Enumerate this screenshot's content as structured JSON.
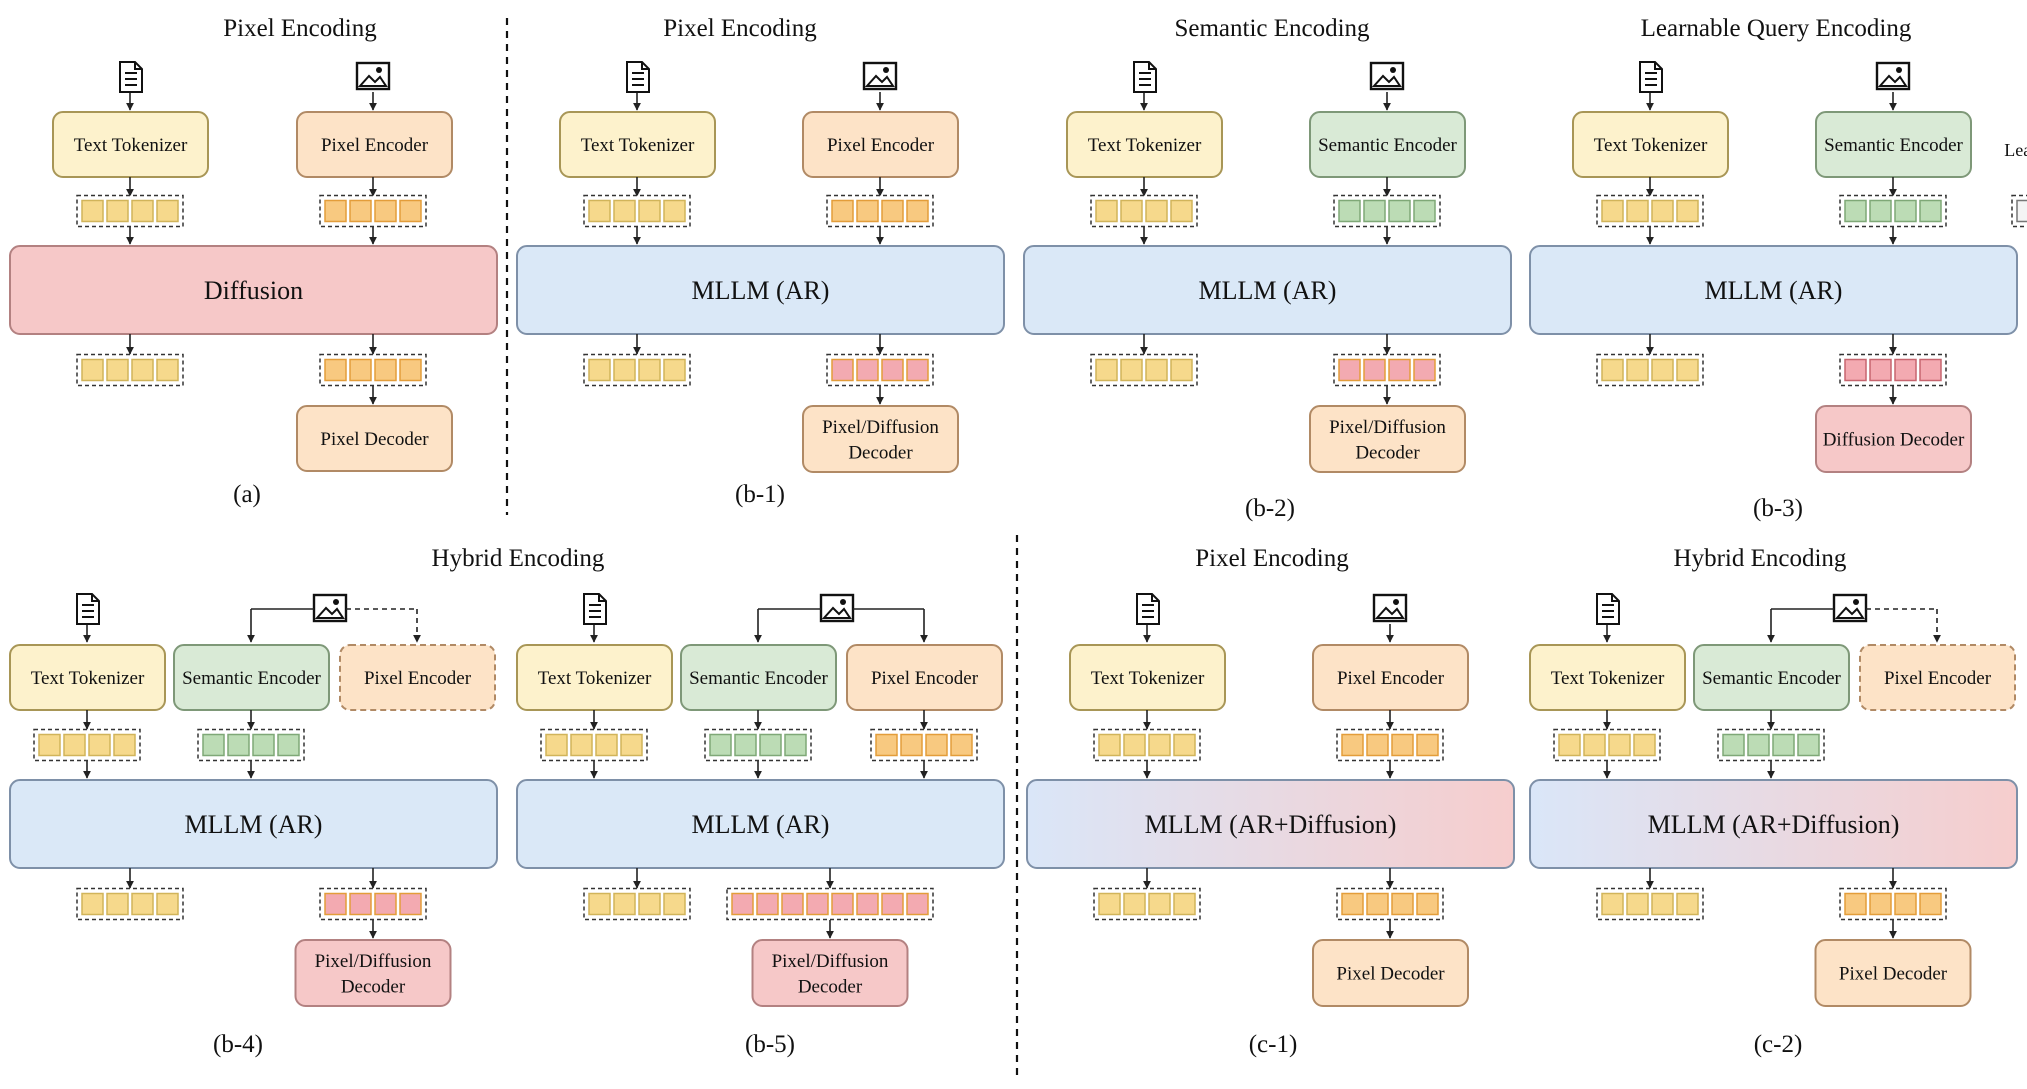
{
  "colors": {
    "text_fill": "#fdf2cc",
    "text_stroke": "#a89656",
    "text_cell": "#f6d98c",
    "pixel_fill": "#fde3c7",
    "pixel_stroke": "#b18a65",
    "pixel_cell": "#f8c980",
    "pixel_cell_stroke": "#e39d3a",
    "sem_fill": "#d9ead6",
    "sem_stroke": "#7e9878",
    "sem_cell": "#bcdcb5",
    "diff_fill": "#f6c8c8",
    "diff_stroke": "#b38181",
    "mllm_fill": "#dae8f7",
    "mllm_stroke": "#7e90a8",
    "query_cell": "#f4f4f4",
    "red_cell": "#f3aab1"
  },
  "panels": {
    "a": {
      "title": "Pixel Encoding",
      "caption": "(a)"
    },
    "b1": {
      "title": "Pixel Encoding",
      "caption": "(b-1)"
    },
    "b2": {
      "title": "Semantic Encoding",
      "caption": "(b-2)"
    },
    "b3": {
      "title": "Learnable Query Encoding",
      "caption": "(b-3)"
    },
    "b45": {
      "title": "Hybrid Encoding"
    },
    "b4": {
      "caption": "(b-4)"
    },
    "b5": {
      "caption": "(b-5)"
    },
    "c1": {
      "title": "Pixel Encoding",
      "caption": "(c-1)"
    },
    "c2": {
      "title": "Hybrid Encoding",
      "caption": "(c-2)"
    }
  },
  "labels": {
    "text_tokenizer": "Text Tokenizer",
    "pixel_encoder": "Pixel Encoder",
    "semantic_encoder": "Semantic Encoder",
    "learnable_query": "Learnable Query",
    "diffusion": "Diffusion",
    "mllm_ar": "MLLM (AR)",
    "mllm_ar_diffusion": "MLLM (AR+Diffusion)",
    "pixel_decoder": "Pixel Decoder",
    "pixel_diffusion_1": "Pixel/Diffusion",
    "pixel_diffusion_2": "Decoder",
    "diffusion_decoder": "Diffusion Decoder"
  }
}
